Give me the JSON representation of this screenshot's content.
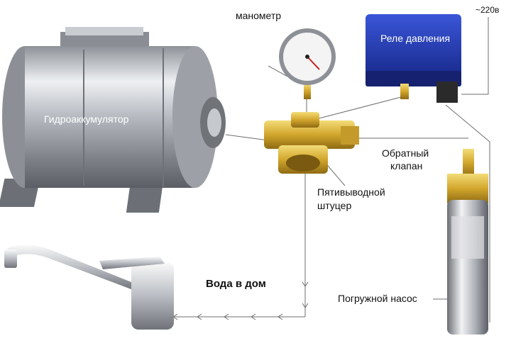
{
  "labels": {
    "accumulator": "Гидроаккумулятор",
    "manometer": "манометр",
    "pressure_relay": "Реле давления",
    "power": "~220в",
    "check_valve_line1": "Обратный",
    "check_valve_line2": "клапан",
    "fitting_line1": "Пятивыводной",
    "fitting_line2": "штуцер",
    "water_home": "Вода в дом",
    "submersible_pump": "Погружной насос"
  },
  "colors": {
    "tank_steel": "#b9bcc2",
    "brass": "#d7b13a",
    "relay_blue": "#1d33a8",
    "pipe_line": "#6d6d6d"
  },
  "icons": {
    "tank": "hydro-accumulator-tank",
    "gauge": "pressure-gauge",
    "relay": "pressure-relay-box",
    "fitting": "five-way-brass-fitting",
    "pump": "submersible-pump",
    "faucet": "single-lever-faucet"
  }
}
